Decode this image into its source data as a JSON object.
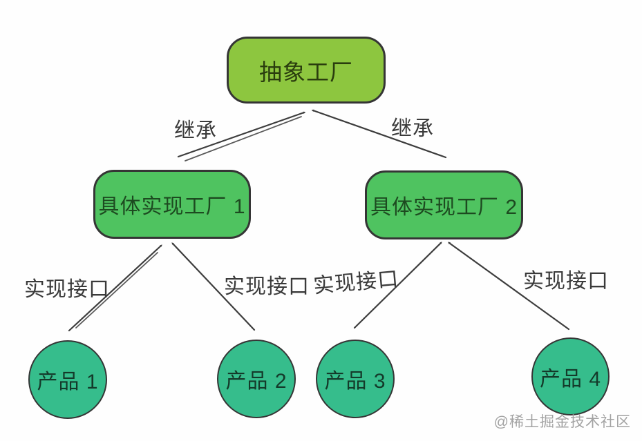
{
  "nodes": {
    "abstract_factory": {
      "label": "抽象工厂"
    },
    "factory1": {
      "label": "具体实现工厂 1"
    },
    "factory2": {
      "label": "具体实现工厂 2"
    },
    "product1": {
      "label": "产品 1"
    },
    "product2": {
      "label": "产品 2"
    },
    "product3": {
      "label": "产品 3"
    },
    "product4": {
      "label": "产品 4"
    }
  },
  "edges": {
    "inherit_left": {
      "label": "继承"
    },
    "inherit_right": {
      "label": "继承"
    },
    "impl_1": {
      "label": "实现接口"
    },
    "impl_2": {
      "label": "实现接口"
    },
    "impl_3": {
      "label": "实现接口"
    },
    "impl_4": {
      "label": "实现接口"
    }
  },
  "watermark": "@稀土掘金技术社区",
  "colors": {
    "background": "#fefefe",
    "abstract_factory_fill": "#8dc63f",
    "concrete_factory_fill": "#4fc360",
    "product_fill": "#36bd8c",
    "node_border": "#353535",
    "abstract_text": "#2a3d0e",
    "factory_text": "#1d4a20",
    "product_text": "#143a2a",
    "edge_line": "#3d3d3d",
    "edge_label": "#3a3a3a",
    "watermark": "#a3a3a3"
  }
}
